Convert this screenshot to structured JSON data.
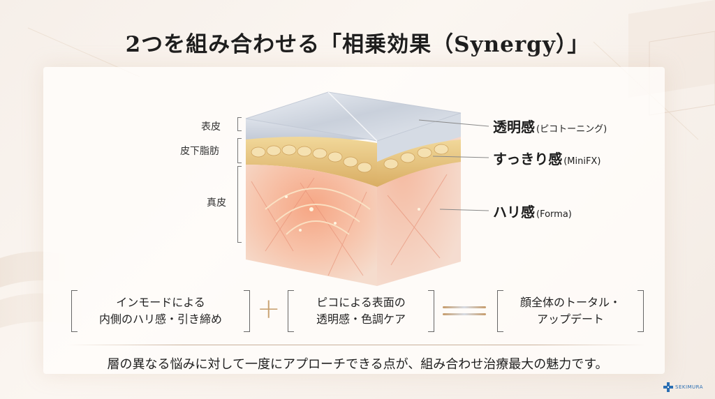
{
  "title": "2つを組み合わせる「相乗効果（Synergy）」",
  "layers": {
    "epidermis": "表皮",
    "subcutaneous_fat": "皮下脂肪",
    "dermis": "真皮"
  },
  "effects": [
    {
      "label": "透明感",
      "sub": "(ピコトーニング)"
    },
    {
      "label": "すっきり感",
      "sub": "(MiniFX)"
    },
    {
      "label": "ハリ感",
      "sub": "(Forma)"
    }
  ],
  "equation": {
    "box1": [
      "インモードによる",
      "内側のハリ感・引き締め"
    ],
    "plus": "+",
    "box2": [
      "ピコによる表面の",
      "透明感・色調ケア"
    ],
    "box3": [
      "顔全体のトータル・",
      "アップデート"
    ]
  },
  "footer": "層の異なる悩みに対して一度にアプローチできる点が、組み合わせ治療最大の魅力です。",
  "logo": {
    "text": "SEKIMURA",
    "icon": "plus-cross-icon"
  },
  "colors": {
    "accent_gold": "#c9a373",
    "logo_blue": "#2b6fb3"
  }
}
